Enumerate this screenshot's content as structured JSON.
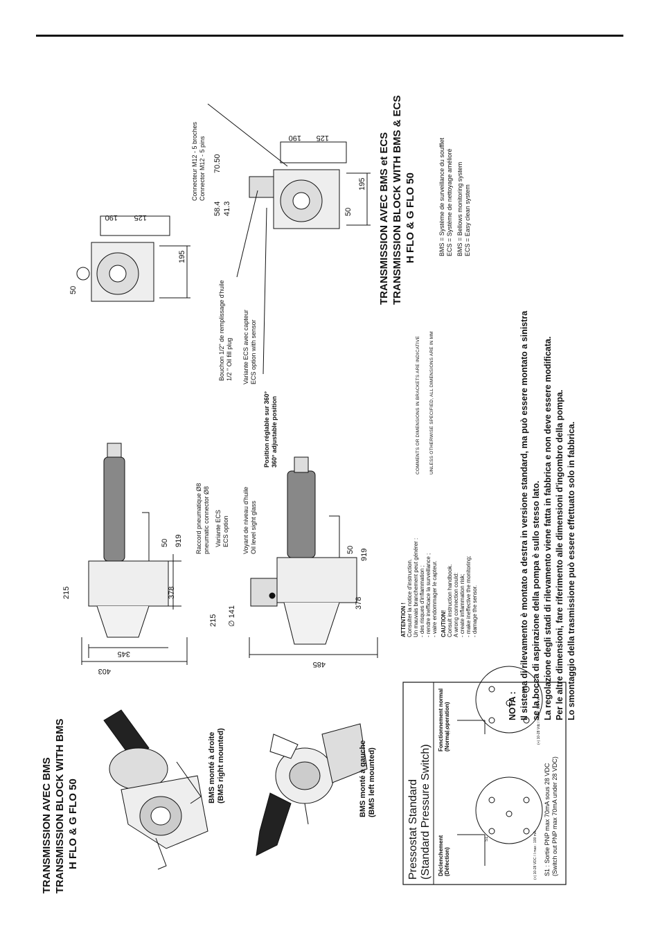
{
  "left_title": [
    "TRANSMISSION AVEC BMS",
    "TRANSMISSION BLOCK WITH BMS",
    "H FLO & G FLO 50"
  ],
  "right_title": [
    "TRANSMISSION AVEC BMS et ECS",
    "TRANSMISSION BLOCK WITH BMS & ECS",
    "H FLO & G FLO 50"
  ],
  "captions": {
    "bms_right": [
      "BMS monté à droite",
      "(BMS right mounted)"
    ],
    "bms_left": [
      "BMS monté à gauche",
      "(BMS left mounted)"
    ]
  },
  "pressostat": {
    "title": [
      "Pressostat Standard",
      "(Standard Pressure Switch)"
    ],
    "trigger": [
      "Déclenchement",
      "(Défection)"
    ],
    "normal": [
      "Fonctionnement normal",
      "(Normal operation)"
    ],
    "wire_left": "(+) 10-28 VDC / I max : 100 mA",
    "wire_right": "(+) 10-28 Vdc / I max : 100 mA",
    "s1": [
      "S1 : Sortie PNP max 70mA sous 28 VDC",
      "(Switch out PNP max 70mA under 28 VDC)"
    ],
    "s1_label": "S1",
    "minus": "(-) 0"
  },
  "warning": {
    "fr_title": "ATTENTION !",
    "fr": [
      "Consulter la notice d'instruction.",
      "Un mauvais branchement peut générer :",
      "- des risques d'inflammation ;",
      "- rendre inefficace la surveillance ;",
      "- vaire endommager le capteur."
    ],
    "en_title": "CAUTION!",
    "en": [
      "Consult instruction handbook.",
      "A wrong connection could:",
      "- create inflammation risk;",
      "- make ineffective the monitoring;",
      "- damage the sensor."
    ]
  },
  "nota": {
    "title": "NOTA :",
    "lines": [
      "Il sistema di rilevamento è montato a destra in versione standard, ma può essere montato a sinistra",
      "se la bocca di aspirazione della pompa è sullo stesso lato.",
      "La regolazione degli stadi di rilevamento viene fatta in fabbrica e non deve essere modificata.",
      "Per le altre dimensioni, fare riferimento alle dimensioni d'ingombro della pompa.",
      "Lo smontaggio della trasmissione può essere effettuato solo in fabbrica."
    ]
  },
  "comments": [
    "COMMENTS OR DIMENSIONS IN BRACKETS ARE INDICATIVE",
    "UNLESS OTHERWISE SPECIFIED, ALL DIMENSIONS ARE IN MM"
  ],
  "legend": [
    "BMS = Système de surveillance du soufflet",
    "ECS = Système de nettoyage amélioré",
    "BMS = Bellows monitoring system",
    "ECS = Easy clean system"
  ],
  "callouts": {
    "raccord": [
      "Raccord pneumatique Ø8",
      "pneumatic connector Ø8"
    ],
    "variante": [
      "Variante ECS",
      "ECS option"
    ],
    "voyant": [
      "Voyant de niveau d'huile",
      "Oil level sight glass"
    ],
    "position": [
      "Position réglable sur 360°",
      "360° adjustable position"
    ],
    "bouchon": [
      "Bouchon 1/2\" de remplissage d'huile",
      "1/2 \" Oil fill plug"
    ],
    "capteur": [
      "Variante ECS avec capteur",
      "ECS option with sensor"
    ],
    "connecteur": [
      "Connecteur M12 - 5 broches",
      "Connector M12 - 5 pins"
    ]
  },
  "dims": {
    "d403": "403",
    "d345": "345",
    "d215a": "215",
    "d378a": "378",
    "d50a": "50",
    "d919a": "919",
    "d485": "485",
    "d215b": "215",
    "d141": "∅ 141",
    "d378b": "378",
    "d50b": "50",
    "d919b": "919",
    "d50c": "50",
    "d190a": "190",
    "d125a": "125",
    "d195a": "195",
    "d58": "58.4",
    "d41": "41.3",
    "d70": "70.50",
    "d190b": "190",
    "d125b": "125",
    "d195b": "195",
    "d50d": "50"
  }
}
